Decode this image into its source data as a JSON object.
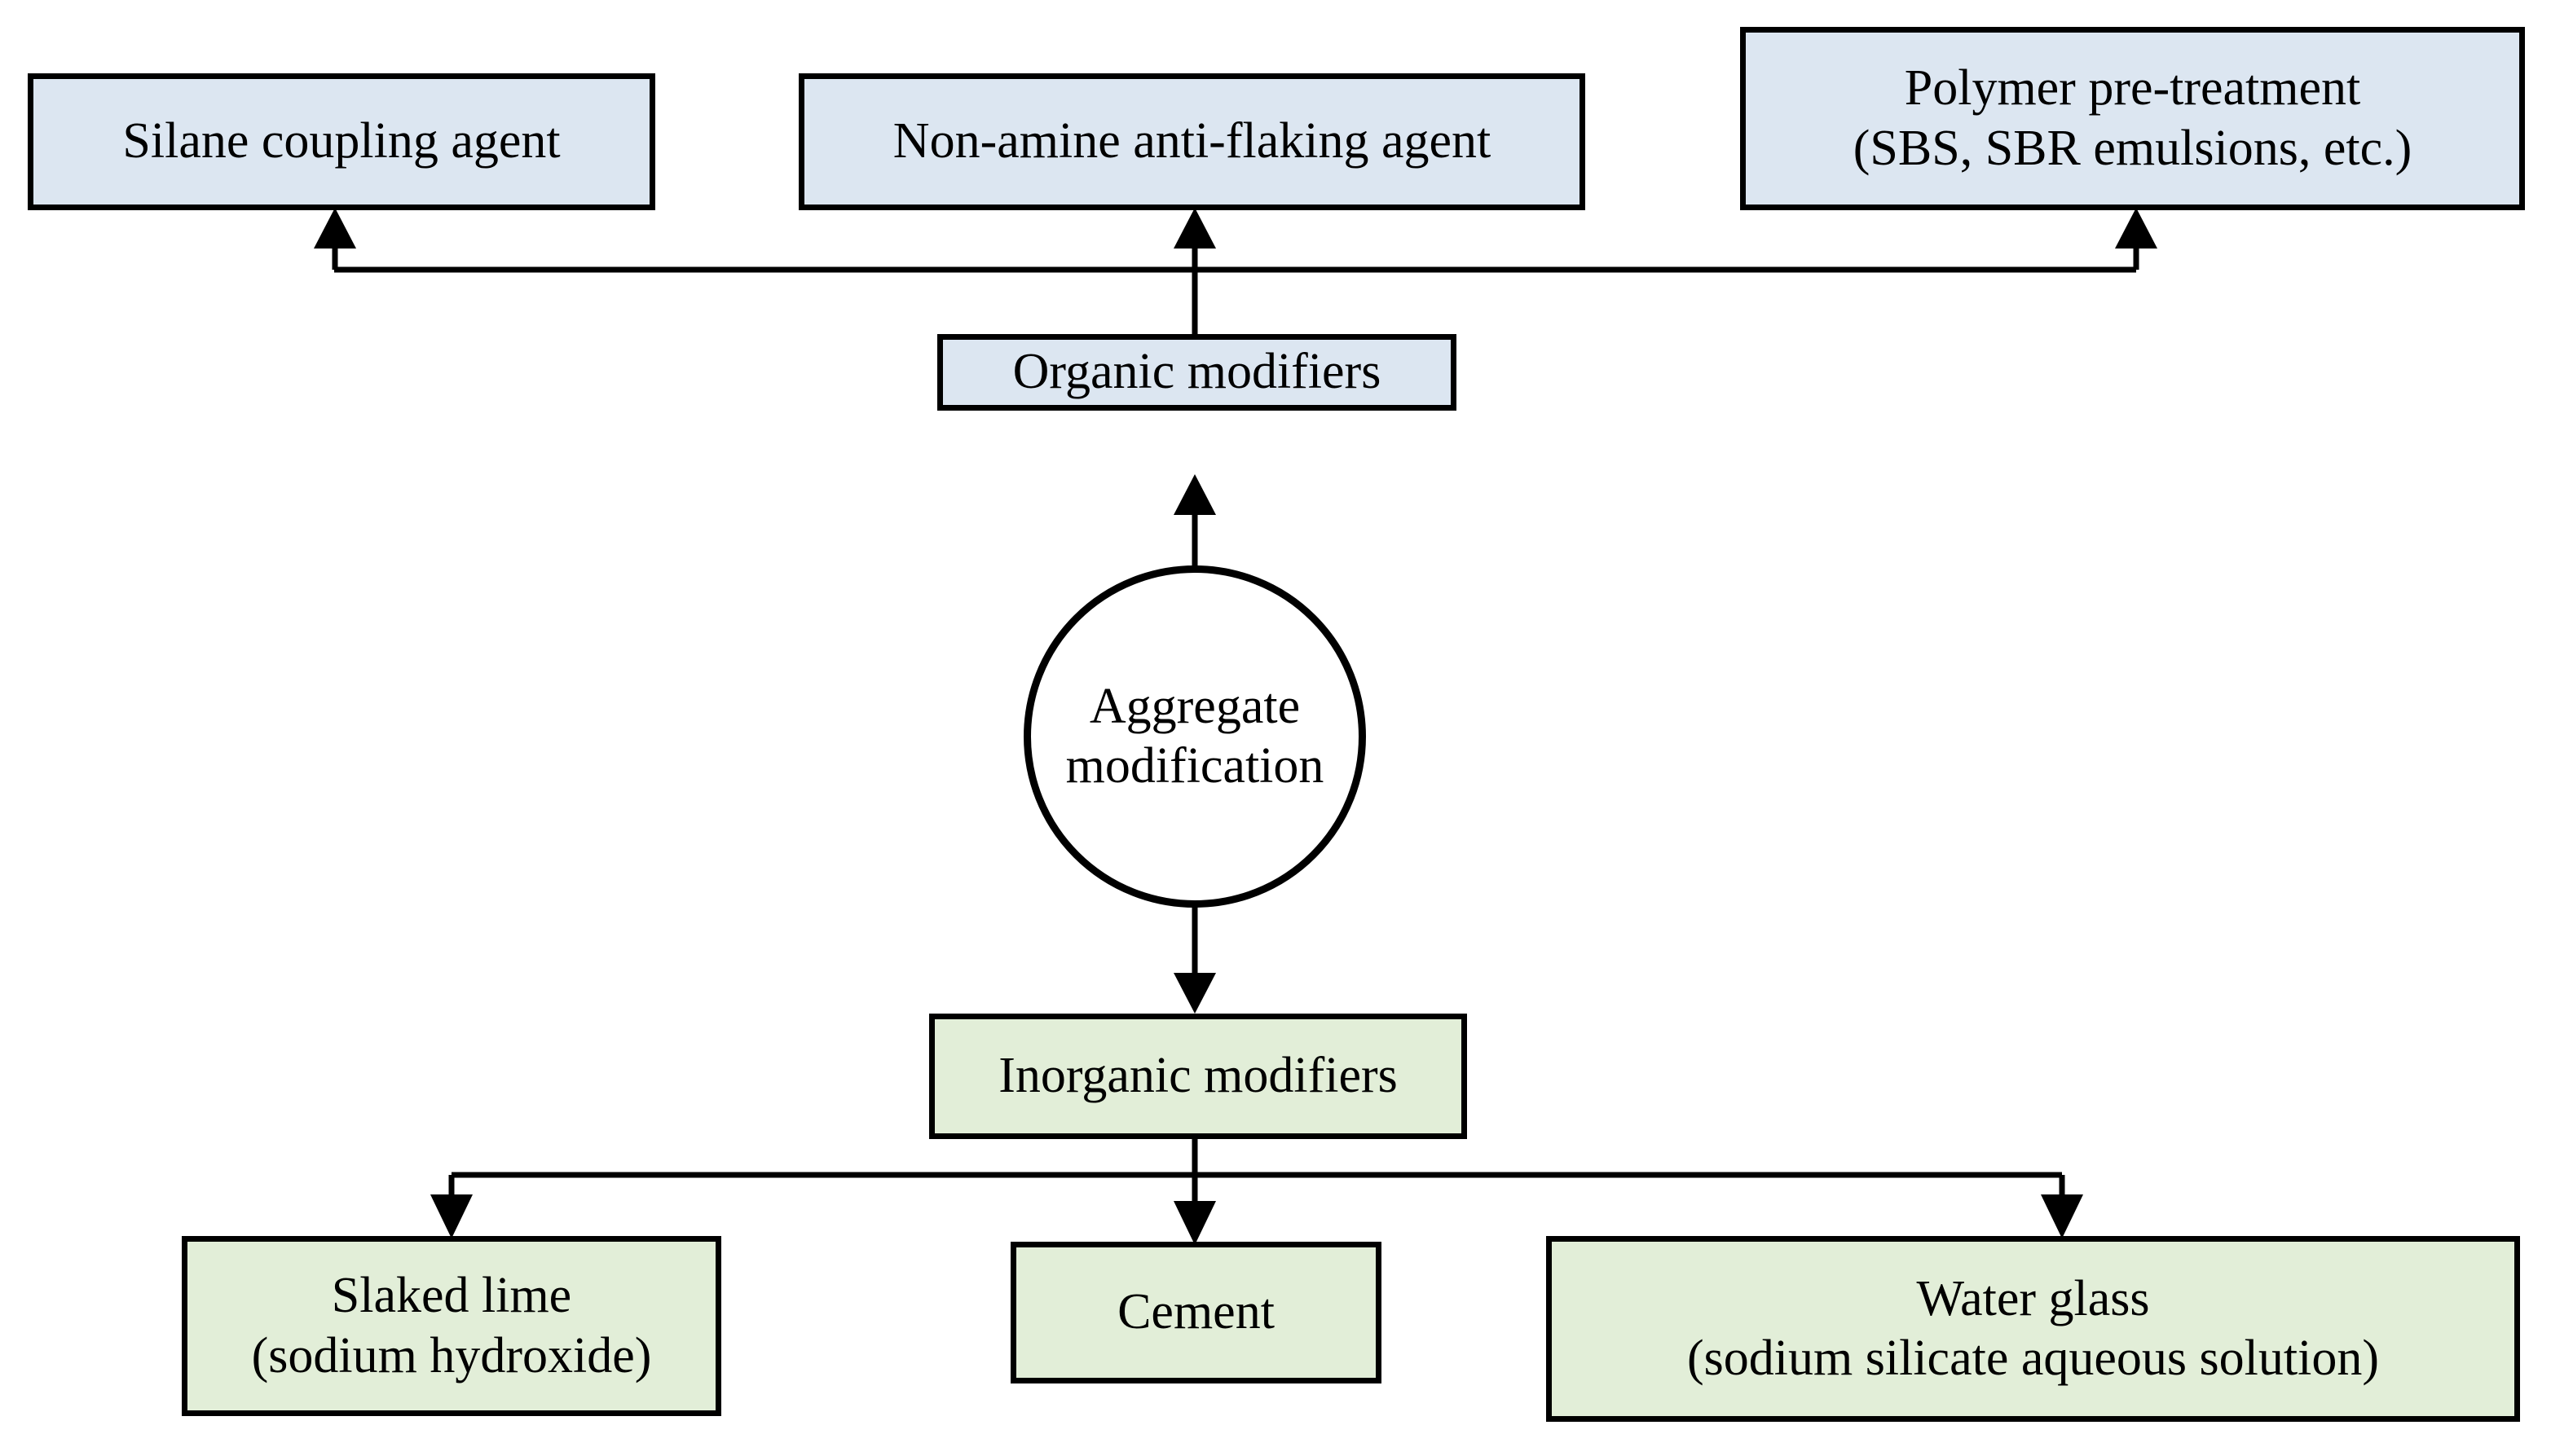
{
  "diagram": {
    "title": "Aggregate modification",
    "colors": {
      "organic_fill": "#dce6f1",
      "inorganic_fill": "#e2eed8",
      "border": "#000000",
      "background": "#ffffff",
      "circle_fill": "#ffffff"
    },
    "center": {
      "label": "Aggregate\nmodification",
      "shape": "circle"
    },
    "branches": [
      {
        "key": "organic",
        "hub_label": "Organic modifiers",
        "direction": "up",
        "fill": "#dce6f1",
        "children": [
          {
            "key": "silane",
            "label": "Silane coupling agent"
          },
          {
            "key": "non-amine",
            "label": "Non-amine anti-flaking agent"
          },
          {
            "key": "polymer",
            "label": "Polymer pre-treatment\n(SBS, SBR emulsions, etc.)"
          }
        ]
      },
      {
        "key": "inorganic",
        "hub_label": "Inorganic modifiers",
        "direction": "down",
        "fill": "#e2eed8",
        "children": [
          {
            "key": "slaked-lime",
            "label": "Slaked lime\n(sodium hydroxide)"
          },
          {
            "key": "cement",
            "label": "Cement"
          },
          {
            "key": "water-glass",
            "label": "Water glass\n(sodium silicate aqueous solution)"
          }
        ]
      }
    ]
  }
}
